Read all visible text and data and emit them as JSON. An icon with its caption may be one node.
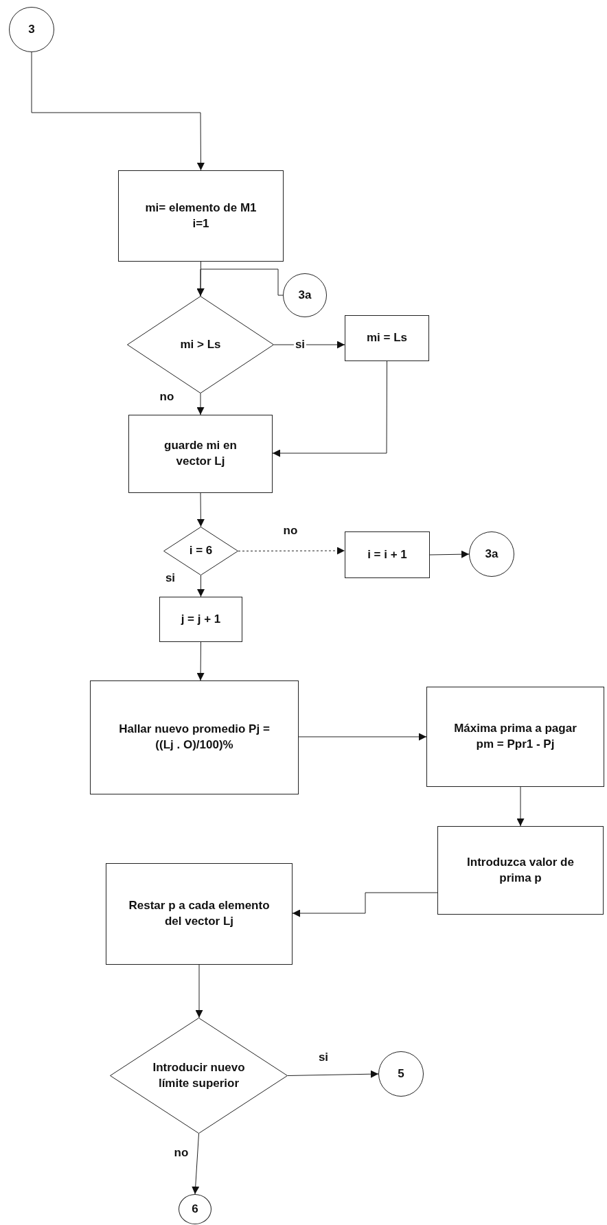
{
  "diagram": {
    "nodes": [
      {
        "text": [
          "3"
        ]
      },
      {
        "text": [
          "mi= elemento de M1 i=1"
        ]
      },
      {
        "text": [
          "3a"
        ]
      },
      {
        "text": [
          "mi > Ls"
        ]
      },
      {
        "text": [
          "mi = Ls"
        ]
      },
      {
        "text": [
          "guarde mi en vector Lj"
        ]
      },
      {
        "text": [
          "i = 6"
        ]
      },
      {
        "text": [
          "i = i + 1"
        ]
      },
      {
        "text": [
          "3a"
        ]
      },
      {
        "text": [
          "j = j + 1"
        ]
      },
      {
        "text": [
          "Hallar nuevo promedio Pj = ((Lj . O)/100)%"
        ]
      },
      {
        "text": [
          "Máxima prima a pagar pm = Ppr1 - Pj"
        ]
      },
      {
        "text": [
          "Introduzca valor de prima p"
        ]
      },
      {
        "text": [
          "Restar p a cada elemento del vector Lj"
        ]
      },
      {
        "text": [
          "Introducir nuevo límite superior"
        ]
      },
      {
        "text": [
          "5"
        ]
      },
      {
        "text": [
          "6"
        ]
      }
    ],
    "edges": [
      {
        "from": 0,
        "to": 1,
        "arrow": "to"
      },
      {
        "from": 1,
        "to": 3,
        "arrow": "to"
      },
      {
        "from": 2,
        "to": 3,
        "arrow": "to"
      },
      {
        "from": 3,
        "to": 4,
        "arrow": "to",
        "label": "si"
      },
      {
        "from": 3,
        "to": 5,
        "arrow": "to",
        "label": "no"
      },
      {
        "from": 4,
        "to": 5,
        "arrow": "to"
      },
      {
        "from": 5,
        "to": 6,
        "arrow": "to"
      },
      {
        "from": 6,
        "to": 7,
        "arrow": "to",
        "label": "no",
        "style": "dashed"
      },
      {
        "from": 7,
        "to": 8,
        "arrow": "to"
      },
      {
        "from": 6,
        "to": 9,
        "arrow": "to",
        "label": "si"
      },
      {
        "from": 9,
        "to": 10,
        "arrow": "to"
      },
      {
        "from": 10,
        "to": 11,
        "arrow": "to"
      },
      {
        "from": 11,
        "to": 12,
        "arrow": "to"
      },
      {
        "from": 12,
        "to": 13,
        "arrow": "to"
      },
      {
        "from": 13,
        "to": 14,
        "arrow": "to"
      },
      {
        "from": 14,
        "to": 15,
        "arrow": "to",
        "label": "si"
      },
      {
        "from": 14,
        "to": 16,
        "arrow": "to",
        "label": "no"
      }
    ]
  }
}
